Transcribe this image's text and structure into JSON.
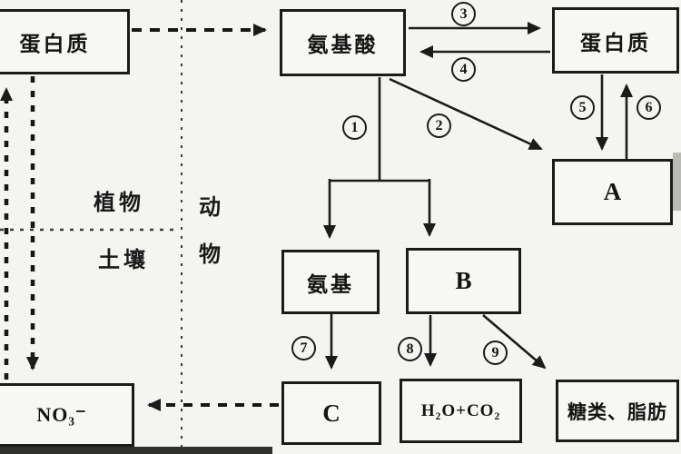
{
  "boxes": {
    "protein_left": {
      "label": "蛋白质"
    },
    "amino_acid": {
      "label": "氨基酸"
    },
    "protein_right": {
      "label": "蛋白质"
    },
    "organ_a": {
      "label": "A"
    },
    "amino_group": {
      "label": "氨基"
    },
    "organ_b": {
      "label": "B"
    },
    "nitrate": {
      "label": "NO₃⁻"
    },
    "organ_c": {
      "label": "C"
    },
    "water_co2": {
      "label": "H₂O+CO₂"
    },
    "sugars_fats": {
      "label": "糖类、脂肪"
    }
  },
  "region_labels": {
    "plant": "植物",
    "animal": "动物",
    "soil": "土壤"
  },
  "steps": [
    "1",
    "2",
    "3",
    "4",
    "5",
    "6",
    "7",
    "8",
    "9"
  ],
  "colors": {
    "ink": "#1b1b1b",
    "paper": "#f4f4f0",
    "divider": "#3a3a3a"
  }
}
